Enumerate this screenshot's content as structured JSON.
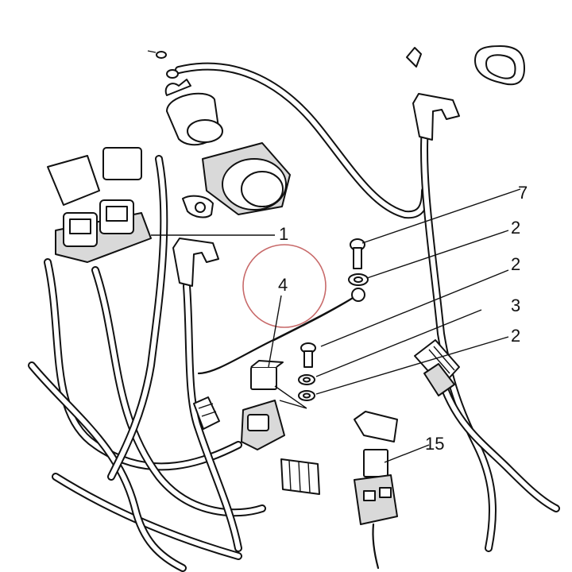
{
  "callouts": [
    {
      "id": "c1",
      "label": "1"
    },
    {
      "id": "c2a",
      "label": "2"
    },
    {
      "id": "c2b",
      "label": "2"
    },
    {
      "id": "c3",
      "label": "3"
    },
    {
      "id": "c2c",
      "label": "2"
    },
    {
      "id": "c4",
      "label": "4"
    },
    {
      "id": "c7",
      "label": "7"
    },
    {
      "id": "c15",
      "label": "15"
    }
  ],
  "colors": {
    "line": "#111111",
    "highlight_circle": "#c86a6a",
    "background": "#ffffff"
  }
}
